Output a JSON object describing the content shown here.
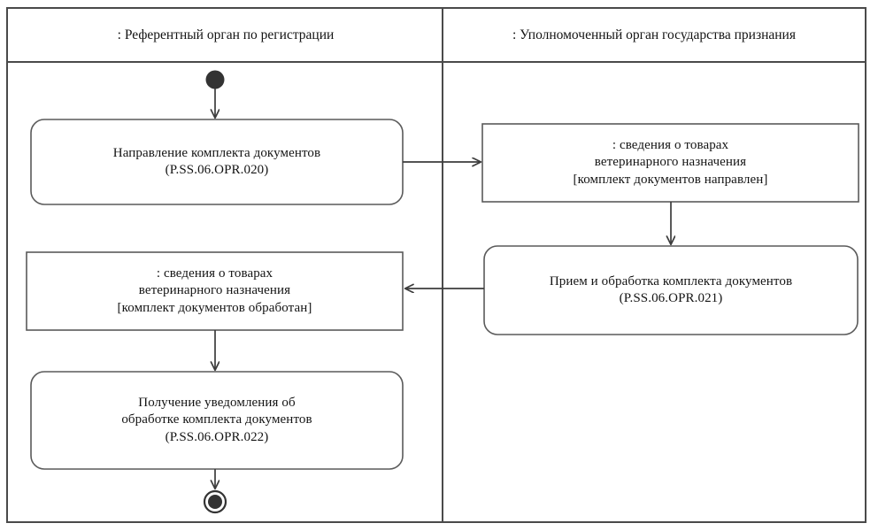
{
  "diagram": {
    "type": "uml-activity-diagram",
    "background_color": "#ffffff",
    "line_color": "#4a4a4a",
    "text_color": "#141414",
    "lanes": [
      {
        "id": "lane-left",
        "title": ": Референтный орган по регистрации"
      },
      {
        "id": "lane-right",
        "title": ": Уполномоченный орган государства признания"
      }
    ],
    "nodes": {
      "start": {
        "kind": "initial-node"
      },
      "end": {
        "kind": "final-node"
      },
      "activity_1": {
        "kind": "activity",
        "lane": "lane-left",
        "line1": "Направление комплекта документов",
        "line2": "(P.SS.06.OPR.020)"
      },
      "object_1": {
        "kind": "object-node",
        "lane": "lane-right",
        "line1": ": сведения о товарах",
        "line2": "ветеринарного назначения",
        "line3": "[комплект документов направлен]"
      },
      "activity_2": {
        "kind": "activity",
        "lane": "lane-right",
        "line1": "Прием и обработка комплекта документов",
        "line2": "(P.SS.06.OPR.021)"
      },
      "object_2": {
        "kind": "object-node",
        "lane": "lane-left",
        "line1": ": сведения о товарах",
        "line2": "ветеринарного назначения",
        "line3": "[комплект документов обработан]"
      },
      "activity_3": {
        "kind": "activity",
        "lane": "lane-left",
        "line1": "Получение уведомления об",
        "line2": "обработке комплекта документов",
        "line3": "(P.SS.06.OPR.022)"
      }
    },
    "flows": [
      {
        "id": "flow-start-a1",
        "from": "start",
        "to": "activity_1",
        "direction": "down"
      },
      {
        "id": "flow-a1-o1",
        "from": "activity_1",
        "to": "object_1",
        "direction": "right"
      },
      {
        "id": "flow-o1-a2",
        "from": "object_1",
        "to": "activity_2",
        "direction": "down"
      },
      {
        "id": "flow-a2-o2",
        "from": "activity_2",
        "to": "object_2",
        "direction": "left"
      },
      {
        "id": "flow-o2-a3",
        "from": "object_2",
        "to": "activity_3",
        "direction": "down"
      },
      {
        "id": "flow-a3-end",
        "from": "activity_3",
        "to": "end",
        "direction": "down"
      }
    ]
  }
}
